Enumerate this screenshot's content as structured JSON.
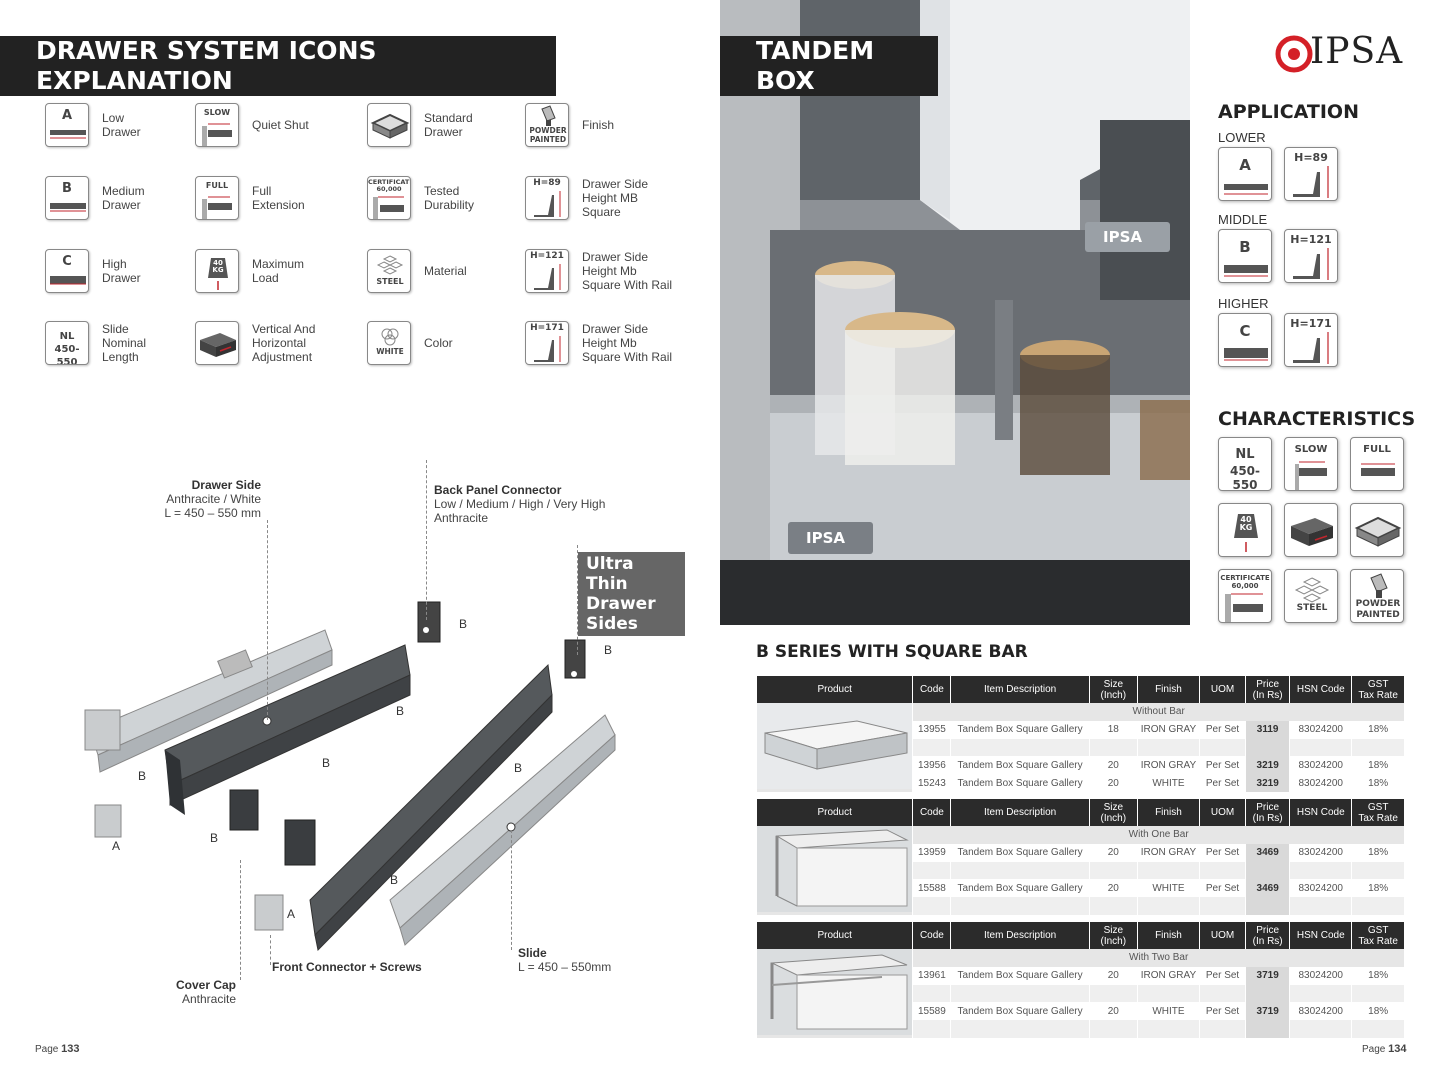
{
  "left": {
    "banner": "DRAWER SYSTEM ICONS EXPLANATION",
    "icons": [
      {
        "label": "Low\nDrawer",
        "badge": "A"
      },
      {
        "label": "Quiet Shut",
        "badge": "SLOW"
      },
      {
        "label": "Standard\nDrawer",
        "badge": ""
      },
      {
        "label": "Finish",
        "badge": "POWDER\nPAINTED"
      },
      {
        "label": "Medium\nDrawer",
        "badge": "B"
      },
      {
        "label": "Full\nExtension",
        "badge": "FULL"
      },
      {
        "label": "Tested\nDurability",
        "badge": "CERTIFICATE\n60,000"
      },
      {
        "label": "Drawer Side\nHeight MB\nSquare",
        "badge": "H=89"
      },
      {
        "label": "High\nDrawer",
        "badge": "C"
      },
      {
        "label": "Maximum\nLoad",
        "badge": "40\nKG"
      },
      {
        "label": "Material",
        "badge": "STEEL"
      },
      {
        "label": "Drawer Side\nHeight Mb\nSquare With Rail",
        "badge": "H=121"
      },
      {
        "label": "Slide\nNominal\nLength",
        "badge": "NL\n450-550"
      },
      {
        "label": "Vertical And\nHorizontal\nAdjustment",
        "badge": ""
      },
      {
        "label": "Color",
        "badge": "WHITE"
      },
      {
        "label": "Drawer Side\nHeight Mb\nSquare With Rail",
        "badge": "H=171"
      }
    ],
    "callouts": {
      "drawer_side_title": "Drawer Side",
      "drawer_side_l1": "Anthracite / White",
      "drawer_side_l2": "L = 450 – 550 mm",
      "back_panel_title": "Back Panel Connector",
      "back_panel_l1": "Low / Medium / High / Very High",
      "back_panel_l2": "Anthracite",
      "ultra_thin": "Ultra Thin\nDrawer\nSides",
      "front_connector": "Front Connector + Screws",
      "slide_title": "Slide",
      "slide_l1": "L = 450 – 550mm",
      "cover_cap_title": "Cover Cap",
      "cover_cap_l1": "Anthracite"
    },
    "part_letters": [
      "B",
      "B",
      "B",
      "B",
      "B",
      "B",
      "B",
      "B",
      "A",
      "A"
    ],
    "page_prefix": "Page",
    "page": "133"
  },
  "right": {
    "banner": "TANDEM BOX",
    "brand": "IPSA",
    "photo_logo": "IPSA",
    "application_title": "APPLICATION",
    "application": [
      {
        "level": "LOWER",
        "letter": "A",
        "height": "H=89"
      },
      {
        "level": "MIDDLE",
        "letter": "B",
        "height": "H=121"
      },
      {
        "level": "HIGHER",
        "letter": "C",
        "height": "H=171"
      }
    ],
    "characteristics_title": "CHARACTERISTICS",
    "characteristics": {
      "nl": "NL",
      "nl_range": "450-550",
      "slow": "SLOW",
      "full": "FULL",
      "load": "40\nKG",
      "certificate": "CERTIFICATE\n60,000",
      "steel": "STEEL",
      "powder": "POWDER\nPAINTED"
    },
    "series_title": "B SERIES WITH SQUARE BAR",
    "table_headers": [
      "Product",
      "Code",
      "Item Description",
      "Size\n(Inch)",
      "Finish",
      "UOM",
      "Price\n(In Rs)",
      "HSN Code",
      "GST\nTax Rate"
    ],
    "tables": [
      {
        "subtitle": "Without Bar",
        "rows": [
          {
            "code": "13955",
            "desc": "Tandem Box Square Gallery",
            "size": "18",
            "finish": "IRON GRAY",
            "uom": "Per Set",
            "price": "3119",
            "hsn": "83024200",
            "gst": "18%"
          },
          {
            "code": "13956",
            "desc": "Tandem Box Square Gallery",
            "size": "20",
            "finish": "IRON GRAY",
            "uom": "Per Set",
            "price": "3219",
            "hsn": "83024200",
            "gst": "18%"
          },
          {
            "code": "15243",
            "desc": "Tandem Box Square Gallery",
            "size": "20",
            "finish": "WHITE",
            "uom": "Per Set",
            "price": "3219",
            "hsn": "83024200",
            "gst": "18%"
          }
        ]
      },
      {
        "subtitle": "With One Bar",
        "rows": [
          {
            "code": "13959",
            "desc": "Tandem Box Square Gallery",
            "size": "20",
            "finish": "IRON GRAY",
            "uom": "Per Set",
            "price": "3469",
            "hsn": "83024200",
            "gst": "18%"
          },
          {
            "code": "15588",
            "desc": "Tandem Box Square Gallery",
            "size": "20",
            "finish": "WHITE",
            "uom": "Per Set",
            "price": "3469",
            "hsn": "83024200",
            "gst": "18%"
          }
        ]
      },
      {
        "subtitle": "With Two Bar",
        "rows": [
          {
            "code": "13961",
            "desc": "Tandem Box Square Gallery",
            "size": "20",
            "finish": "IRON GRAY",
            "uom": "Per Set",
            "price": "3719",
            "hsn": "83024200",
            "gst": "18%"
          },
          {
            "code": "15589",
            "desc": "Tandem Box Square Gallery",
            "size": "20",
            "finish": "WHITE",
            "uom": "Per Set",
            "price": "3719",
            "hsn": "83024200",
            "gst": "18%"
          }
        ]
      }
    ],
    "page_prefix": "Page",
    "page": "134"
  },
  "colors": {
    "banner": "#222222",
    "brand_red": "#d42027",
    "accent_red": "#c0262d",
    "table_header": "#2b2b2b"
  }
}
